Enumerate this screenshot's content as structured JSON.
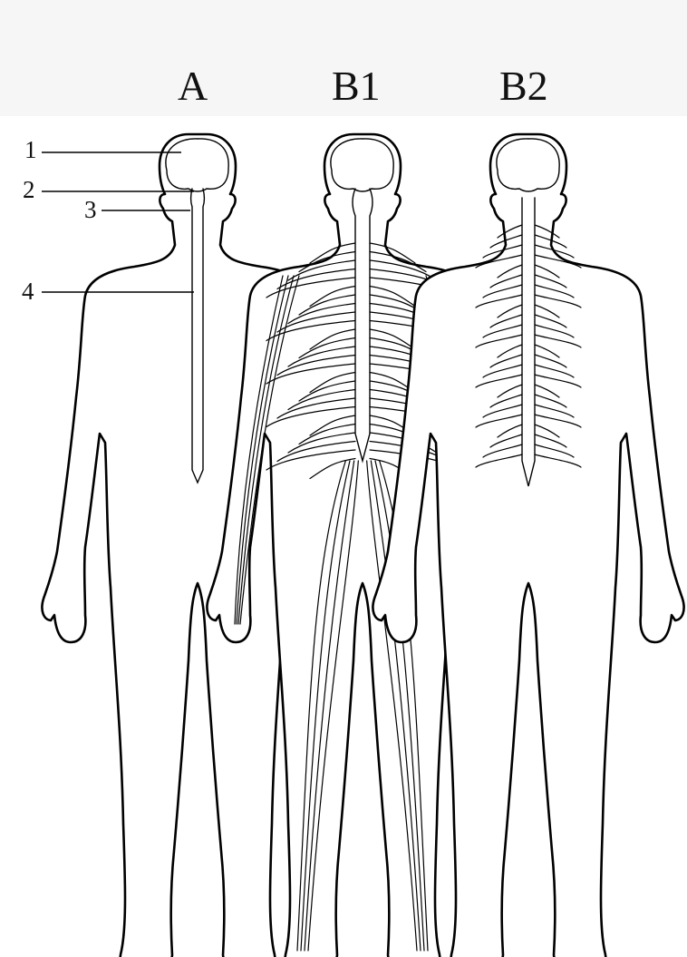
{
  "figures": [
    {
      "id": "A",
      "label": "A"
    },
    {
      "id": "B1",
      "label": "B1"
    },
    {
      "id": "B2",
      "label": "B2"
    }
  ],
  "callouts": [
    "1",
    "2",
    "3",
    "4"
  ]
}
